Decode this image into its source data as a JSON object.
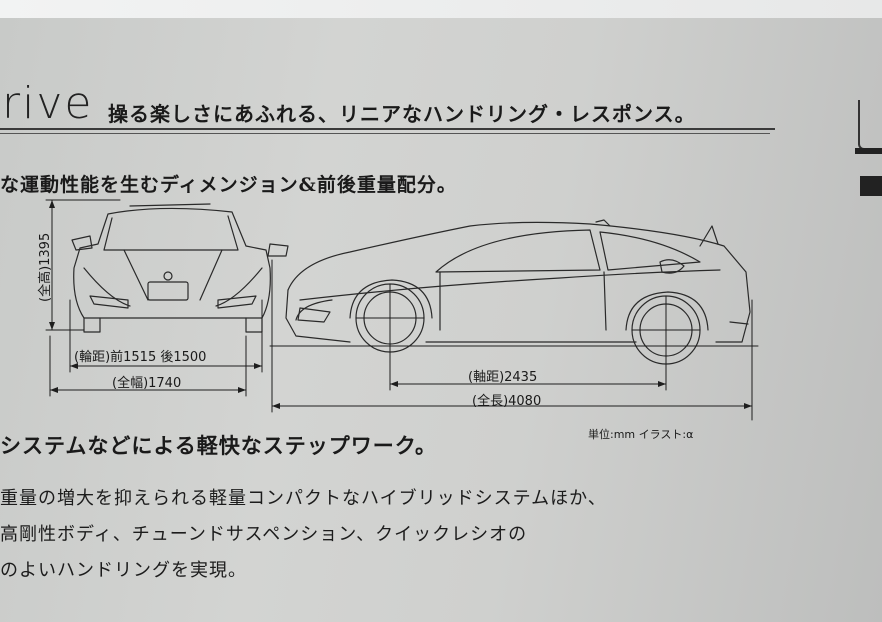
{
  "heading": {
    "en": "rive",
    "jp": "操る楽しさにあふれる、リニアなハンドリング・レスポンス。"
  },
  "subhead": "な運動性能を生むディメンジョン&前後重量配分。",
  "dimensions": {
    "height": "(全高)1395",
    "tread": "(輪距)前1515 後1500",
    "width": "(全幅)1740",
    "wheelbase": "(軸距)2435",
    "length": "(全長)4080"
  },
  "note": "単位:mm イラスト:α",
  "section_title": "システムなどによる軽快なステップワーク。",
  "body_lines": [
    "重量の増大を抑えられる軽量コンパクトなハイブリッドシステムほか、",
    "高剛性ボディ、チューンドサスペンション、クイックレシオの",
    "のよいハンドリングを実現。"
  ]
}
